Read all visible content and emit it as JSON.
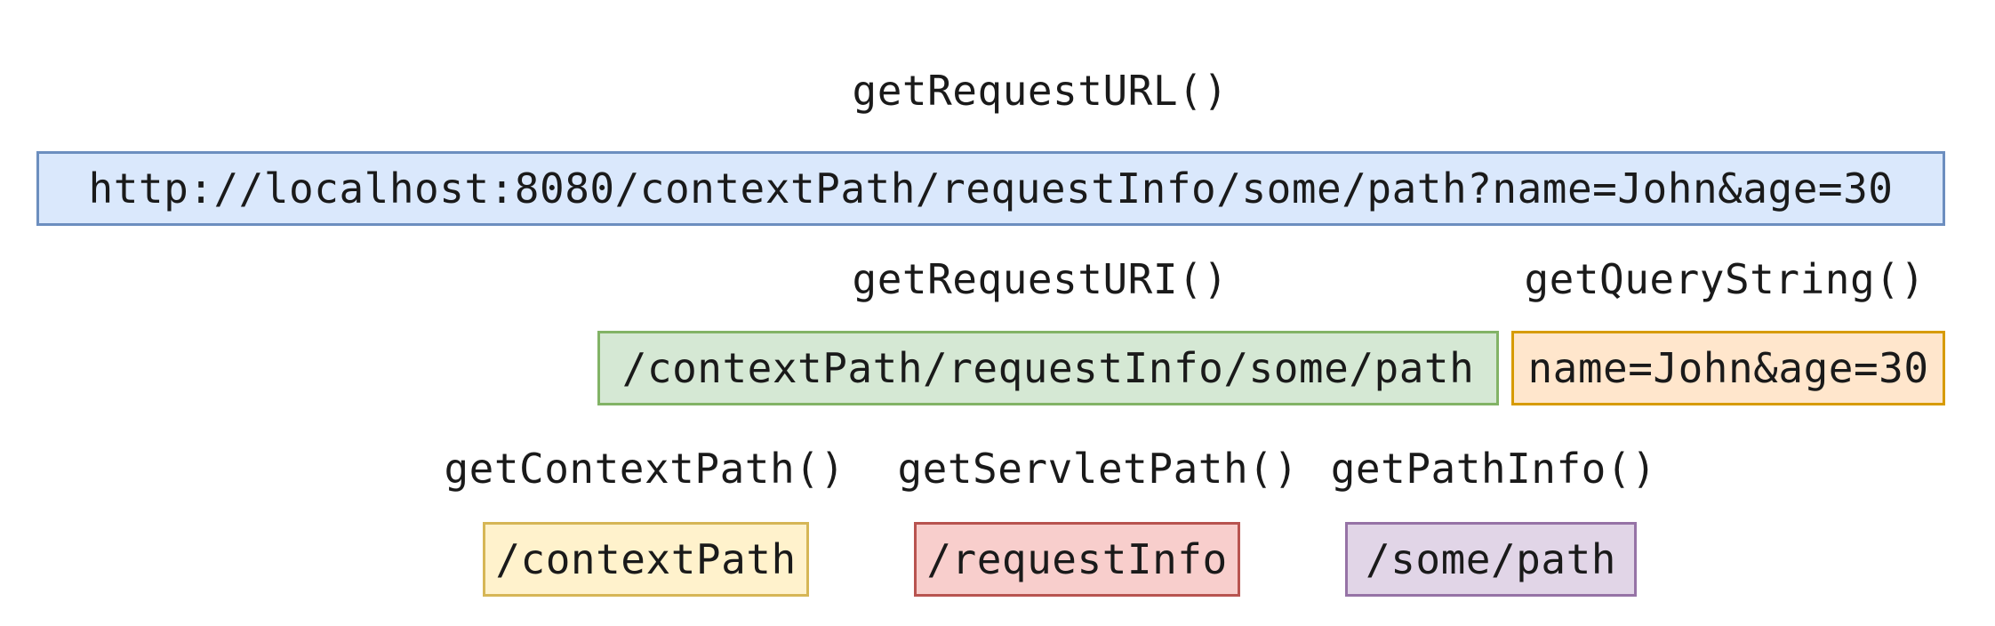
{
  "diagram": {
    "url": {
      "method": "getRequestURL()",
      "value": "http://localhost:8080/contextPath/requestInfo/some/path?name=John&age=30",
      "fill": "#dae8fc",
      "border": "#6c8ebf"
    },
    "uri": {
      "method": "getRequestURI()",
      "value": "/contextPath/requestInfo/some/path",
      "fill": "#d5e8d4",
      "border": "#82b366"
    },
    "query": {
      "method": "getQueryString()",
      "value": "name=John&age=30",
      "fill": "#ffe6cc",
      "border": "#d79b00"
    },
    "context": {
      "method": "getContextPath()",
      "value": "/contextPath",
      "fill": "#fff2cc",
      "border": "#d6b656"
    },
    "servlet": {
      "method": "getServletPath()",
      "value": "/requestInfo",
      "fill": "#f8cecc",
      "border": "#b85450"
    },
    "pathinfo": {
      "method": "getPathInfo()",
      "value": "/some/path",
      "fill": "#e1d5e7",
      "border": "#9673a6"
    }
  }
}
